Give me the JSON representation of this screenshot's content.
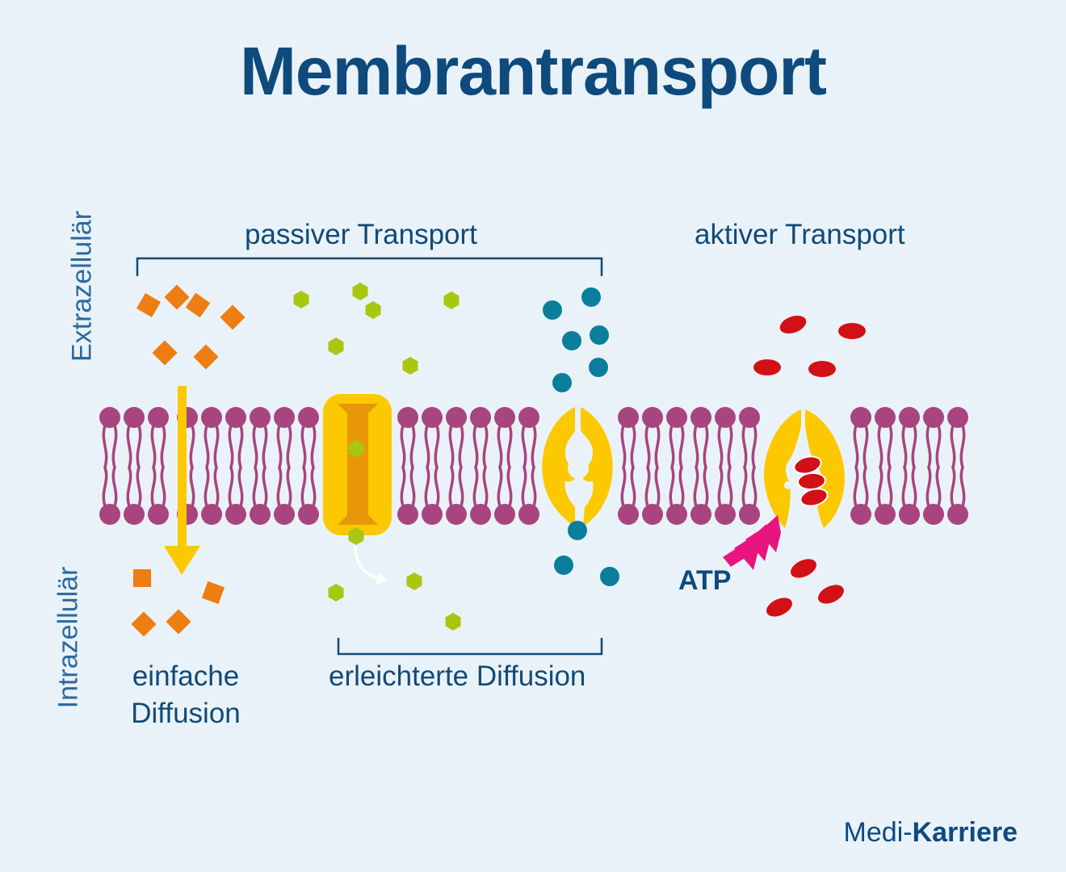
{
  "title": "Membrantransport",
  "labels": {
    "extracellular": "Extrazellulär",
    "intracellular": "Intrazellulär",
    "passive": "passiver Transport",
    "active": "aktiver Transport",
    "simple_diffusion_line1": "einfache",
    "simple_diffusion_line2": "Diffusion",
    "facilitated_diffusion": "erleichterte Diffusion",
    "atp": "ATP"
  },
  "brand": {
    "part1": "Medi-",
    "part2": "Karriere"
  },
  "colors": {
    "background": "#eaf2f9",
    "title": "#0e4a7c",
    "lipid": "#a8457e",
    "protein": "#fcc900",
    "protein_dark": "#e8960a",
    "orange_molecule": "#ee7d12",
    "green_molecule": "#a9c711",
    "teal_molecule": "#0a7f9b",
    "red_molecule": "#d21116",
    "atp_arrow": "#e8157f",
    "arrow": "#fcc900"
  }
}
